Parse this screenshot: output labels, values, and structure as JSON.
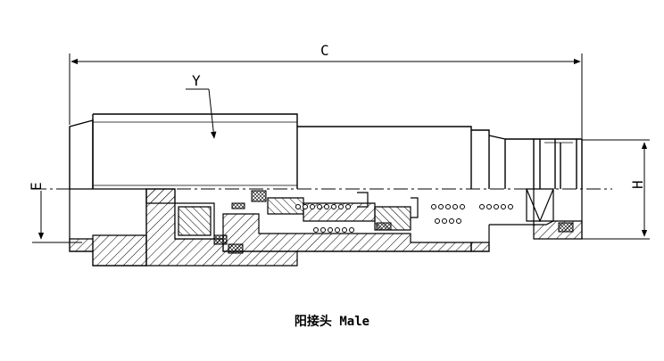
{
  "drawing": {
    "dimension_labels": {
      "length": "C",
      "thread": "Y",
      "left_height": "E",
      "right_height": "H"
    },
    "caption": "阳接头 Male"
  }
}
